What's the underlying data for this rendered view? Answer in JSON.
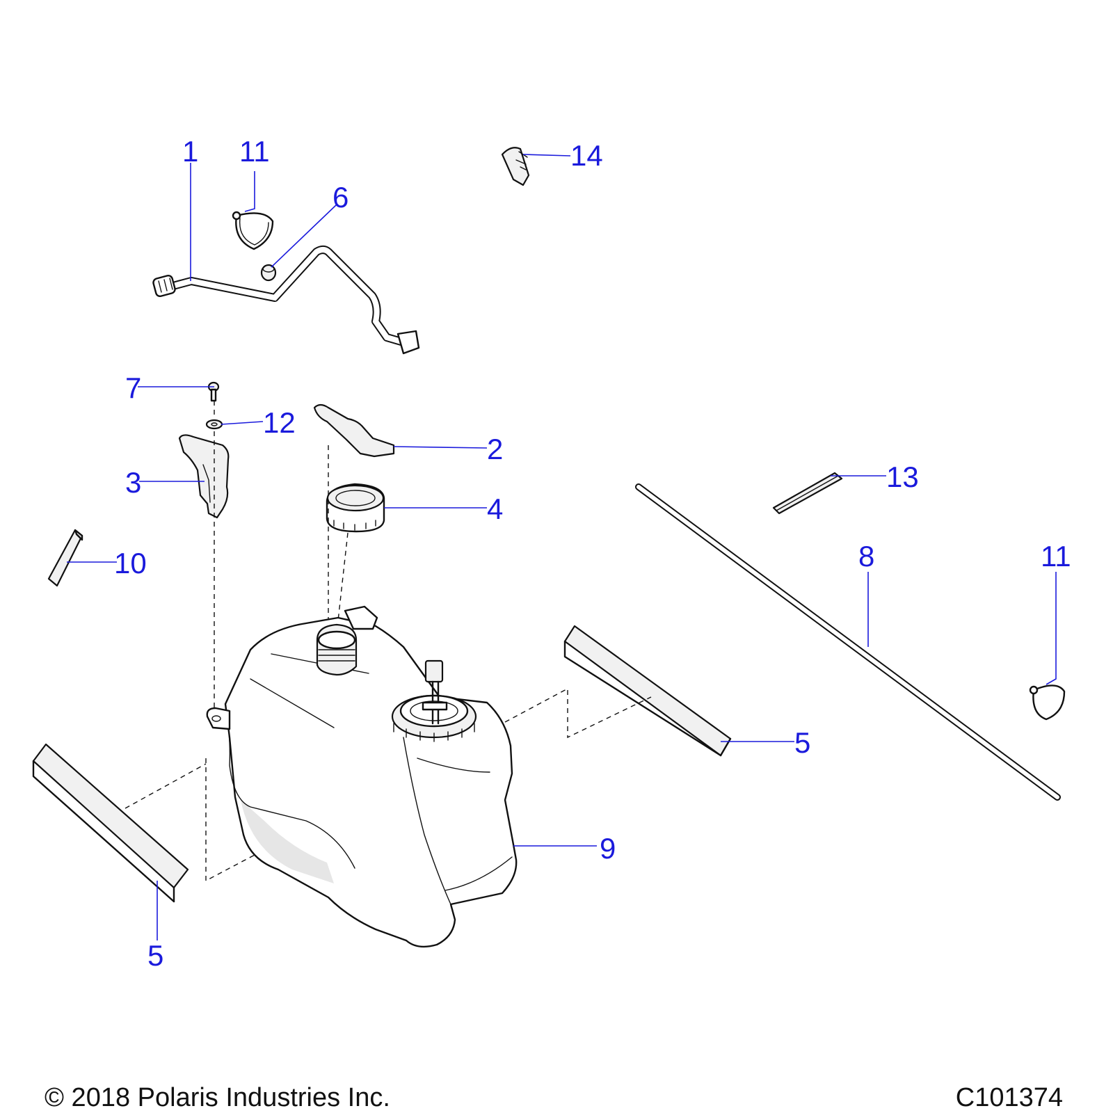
{
  "callouts": {
    "c1": "1",
    "c2": "2",
    "c3": "3",
    "c4": "4",
    "c5a": "5",
    "c5b": "5",
    "c6": "6",
    "c7": "7",
    "c8": "8",
    "c9": "9",
    "c10": "10",
    "c11a": "11",
    "c11b": "11",
    "c12": "12",
    "c13": "13",
    "c14": "14"
  },
  "footer": {
    "copyright": "© 2018 Polaris Industries Inc.",
    "drawing_number": "C101374"
  },
  "colors": {
    "callout": "#1a1adc",
    "linework": "#111111",
    "background": "#ffffff"
  }
}
